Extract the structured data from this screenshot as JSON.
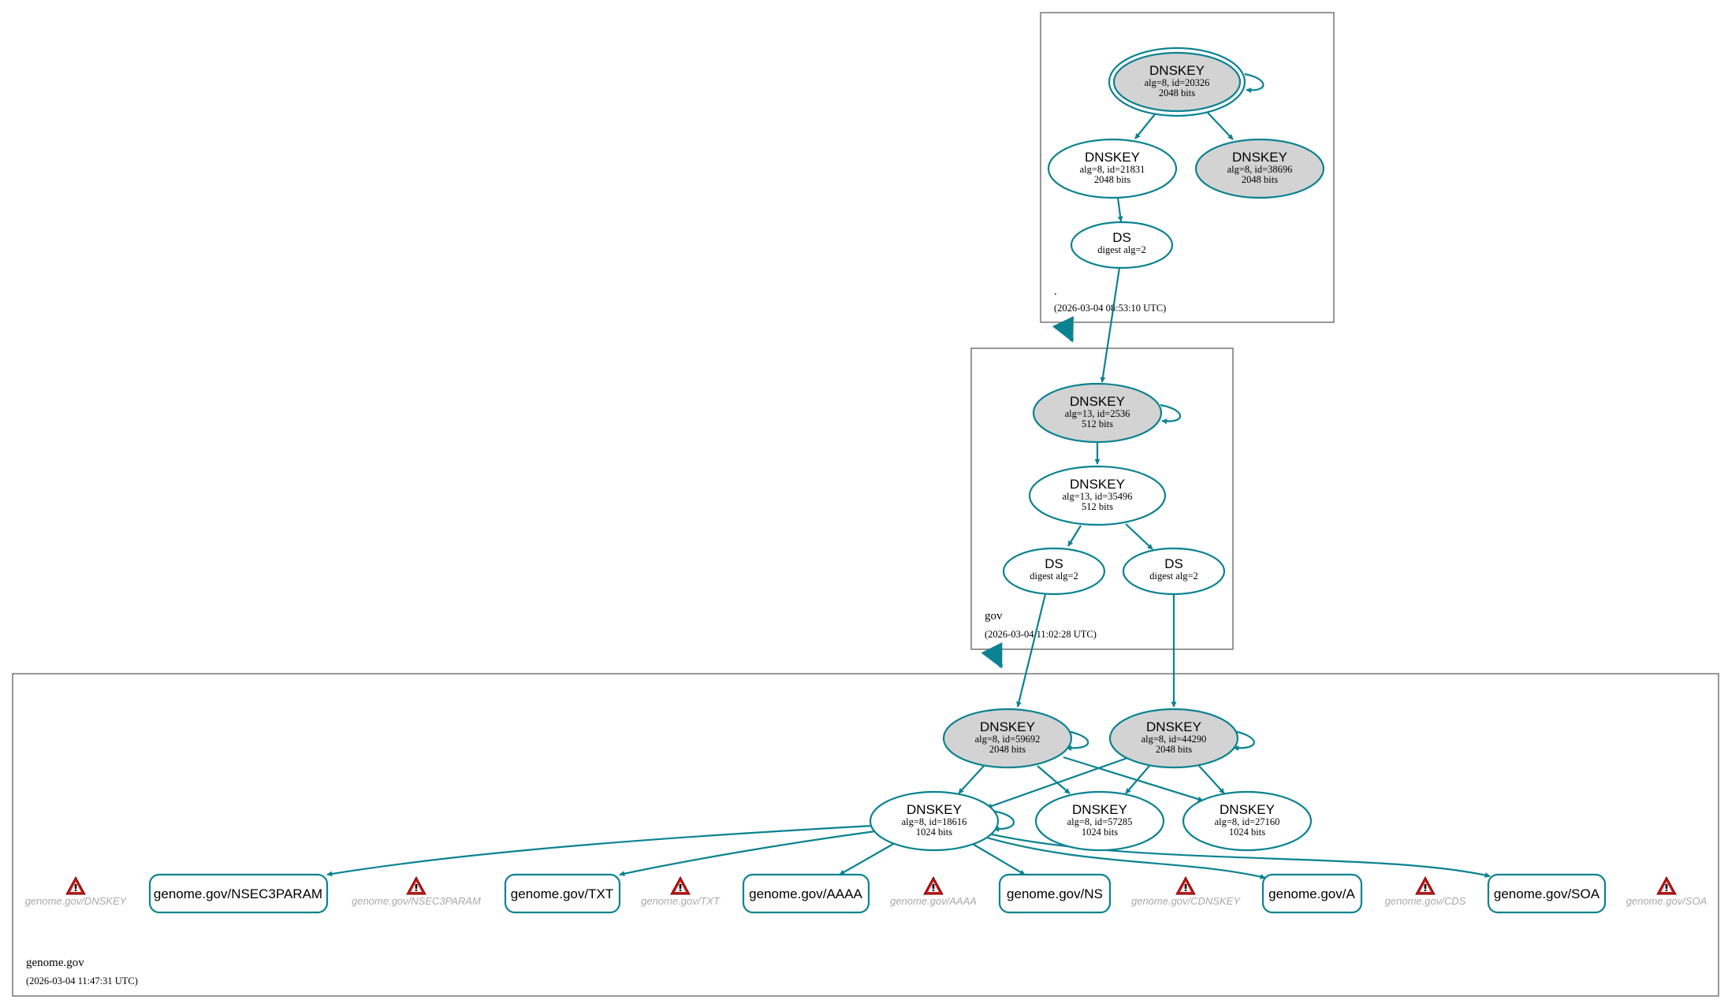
{
  "colors": {
    "edge": "#0a8291",
    "ksk_fill": "#d3d3d3",
    "zsk_fill": "#ffffff",
    "warning_red": "#c01a1a",
    "warning_label": "#a9a9a9",
    "zone_border": "#6b6b6b"
  },
  "zones": {
    "root": {
      "name": ".",
      "timestamp": "(2026-03-04 08:53:10 UTC)"
    },
    "gov": {
      "name": "gov",
      "timestamp": "(2026-03-04 11:02:28 UTC)"
    },
    "genome": {
      "name": "genome.gov",
      "timestamp": "(2026-03-04 11:47:31 UTC)"
    }
  },
  "nodes": {
    "root_ksk": {
      "title": "DNSKEY",
      "params": "alg=8, id=20326",
      "size": "2048 bits"
    },
    "root_zsk": {
      "title": "DNSKEY",
      "params": "alg=8, id=21831",
      "size": "2048 bits"
    },
    "root_ksk2": {
      "title": "DNSKEY",
      "params": "alg=8, id=38696",
      "size": "2048 bits"
    },
    "root_ds": {
      "title": "DS",
      "params": "digest alg=2"
    },
    "gov_ksk": {
      "title": "DNSKEY",
      "params": "alg=13, id=2536",
      "size": "512 bits"
    },
    "gov_zsk": {
      "title": "DNSKEY",
      "params": "alg=13, id=35496",
      "size": "512 bits"
    },
    "gov_ds1": {
      "title": "DS",
      "params": "digest alg=2"
    },
    "gov_ds2": {
      "title": "DS",
      "params": "digest alg=2"
    },
    "gen_ksk1": {
      "title": "DNSKEY",
      "params": "alg=8, id=59692",
      "size": "2048 bits"
    },
    "gen_ksk2": {
      "title": "DNSKEY",
      "params": "alg=8, id=44290",
      "size": "2048 bits"
    },
    "gen_zsk": {
      "title": "DNSKEY",
      "params": "alg=8, id=18616",
      "size": "1024 bits"
    },
    "gen_k3": {
      "title": "DNSKEY",
      "params": "alg=8, id=57285",
      "size": "1024 bits"
    },
    "gen_k4": {
      "title": "DNSKEY",
      "params": "alg=8, id=27160",
      "size": "1024 bits"
    }
  },
  "rrsets": {
    "nsec3param": "genome.gov/NSEC3PARAM",
    "txt": "genome.gov/TXT",
    "aaaa": "genome.gov/AAAA",
    "ns": "genome.gov/NS",
    "a": "genome.gov/A",
    "soa": "genome.gov/SOA"
  },
  "warnings": {
    "dnskey": {
      "icon": "warning-icon",
      "label": "genome.gov/DNSKEY"
    },
    "nsec3param": {
      "icon": "warning-icon",
      "label": "genome.gov/NSEC3PARAM"
    },
    "txt": {
      "icon": "warning-icon",
      "label": "genome.gov/TXT"
    },
    "aaaa": {
      "icon": "warning-icon",
      "label": "genome.gov/AAAA"
    },
    "cdnskey": {
      "icon": "warning-icon",
      "label": "genome.gov/CDNSKEY"
    },
    "cds": {
      "icon": "warning-icon",
      "label": "genome.gov/CDS"
    },
    "soa": {
      "icon": "warning-icon",
      "label": "genome.gov/SOA"
    }
  }
}
